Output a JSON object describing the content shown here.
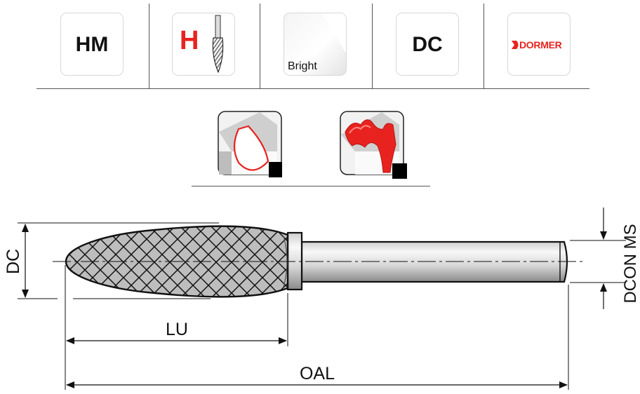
{
  "symbols": {
    "material": "HM",
    "cut_type": "H",
    "finish": "Bright",
    "dimension_code": "DC",
    "brand": "DORMER"
  },
  "dimensions": {
    "dc": "DC",
    "lu": "LU",
    "oal": "OAL",
    "dcon": "DCON MS"
  },
  "colors": {
    "accent_red": "#e8231f",
    "outline": "#222222"
  }
}
